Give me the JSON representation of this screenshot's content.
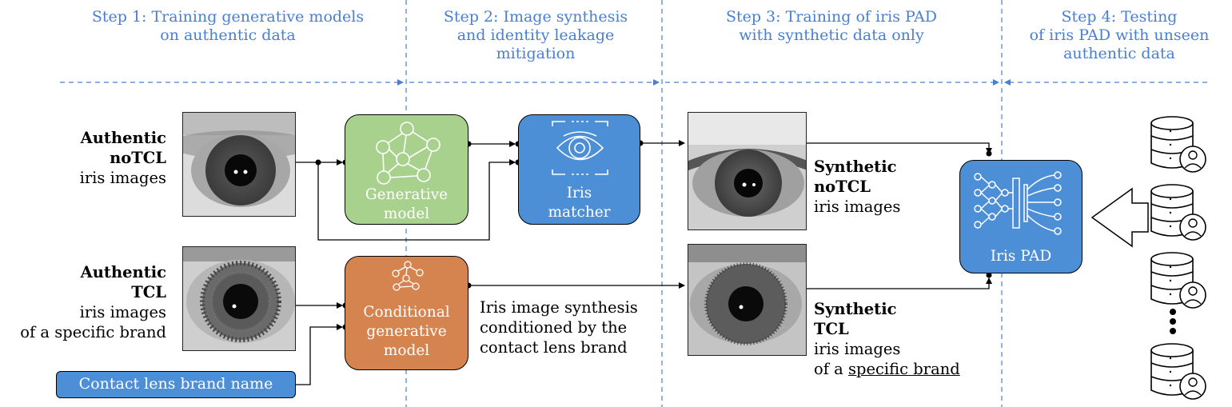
{
  "steps": {
    "step1": [
      "Step 1: Training generative models",
      "on authentic data"
    ],
    "step2": [
      "Step 2: Image synthesis",
      "and identity leakage",
      "mitigation"
    ],
    "step3": [
      "Step 3: Training of iris PAD",
      "with synthetic data only"
    ],
    "step4": [
      "Step 4: Testing",
      "of iris PAD with unseen",
      "authentic data"
    ]
  },
  "inputs": {
    "authentic_notcl": {
      "line1": "Authentic",
      "line2": "noTCL",
      "line3": "iris images"
    },
    "authentic_tcl": {
      "line1": "Authentic",
      "line2": "TCL",
      "line3": "iris images",
      "line4": "of a specific brand"
    },
    "brand_name": "Contact lens brand name"
  },
  "boxes": {
    "generative": [
      "Generative",
      "model"
    ],
    "conditional": [
      "Conditional",
      "generative",
      "model"
    ],
    "matcher": [
      "Iris",
      "matcher"
    ],
    "pad": "Iris PAD"
  },
  "synthesis_note": [
    "Iris image synthesis",
    "conditioned by the",
    "contact lens brand"
  ],
  "outputs": {
    "synthetic_notcl": {
      "line1": "Synthetic",
      "line2": "noTCL",
      "line3": "iris images"
    },
    "synthetic_tcl": {
      "line1": "Synthetic",
      "line2": "TCL",
      "line3": "iris images",
      "line4_prefix": "of a ",
      "line4_underlined": "specific brand"
    }
  },
  "colors": {
    "step_text": "#4a7fd0",
    "generative_box": "#a9d18e",
    "conditional_box": "#d6844f",
    "matcher_box": "#4d8fd6",
    "pad_box": "#4d8fd6",
    "divider": "#4a7fd0"
  },
  "icons": [
    "network-graph-icon",
    "eye-scan-icon",
    "neural-network-icon",
    "database-user-icon",
    "hollow-left-arrow-icon"
  ]
}
